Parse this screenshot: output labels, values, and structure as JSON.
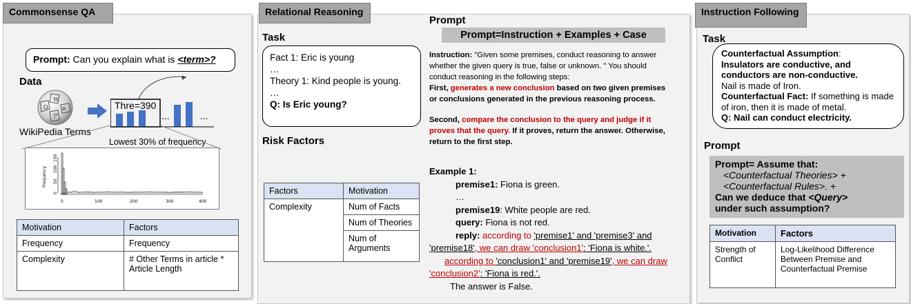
{
  "qa": {
    "tab": "Commonsense QA",
    "prompt_label": "Prompt:",
    "prompt_text": " Can you explain what is ",
    "prompt_term": "<term>?",
    "data_label": "Data",
    "wiki_label": "WikiPedia Terms",
    "thre": "Thre=390",
    "dots1": "...",
    "dots2": "...",
    "lowest": "Lowest 30% of frequency",
    "hist_ylabel": "Frequency",
    "hist_yticks": [
      "0",
      "50",
      "100",
      "150"
    ],
    "hist_xticks": [
      "0",
      "100",
      "200",
      "300",
      "400"
    ],
    "table": {
      "headers": [
        "Motivation",
        "Factors"
      ],
      "rows": [
        [
          "Frequency",
          "Frequency"
        ],
        [
          "Complexity",
          "# Other Terms in article * Article Length"
        ]
      ]
    }
  },
  "rr": {
    "tab": "Relational Reasoning",
    "task_label": "Task",
    "task_lines": [
      "Fact 1: Eric is young",
      "…",
      "Theory 1: Kind people is young.",
      "…",
      "Q: Is Eric young?"
    ],
    "risk_label": "Risk Factors",
    "table": {
      "headers": [
        "Factors",
        "Motivation"
      ],
      "group": "Complexity",
      "items": [
        "Num of Facts",
        "Num of Theories",
        "Num of Arguments"
      ]
    },
    "prompt_title": "Prompt",
    "prompt_formula": "Prompt=Instruction + Examples + Case",
    "instr_label": "Instruction:",
    "instr_text": " \"Given some premises, conduct reasoning to answer whether the given query is true, false or unknown. \" You should conduct reasoning in the following steps:",
    "first_label": "First,",
    "first_red": " generates a new conclusion",
    "first_rest": " based on two given premises or conclusions generated in the previous reasoning process.",
    "second_label": "Second,",
    "second_red": " compare the conclusion to the query and judge if it proves that the query.",
    "second_rest": " If it proves, return the answer. Otherwise, return to the first step.",
    "example_label": "Example 1:",
    "p1_label": "premise1:",
    "p1_text": " Fiona is green.",
    "ell": "…",
    "p19_label": "premise19",
    "p19_text": ": White people are red.",
    "query_label": "query:",
    "query_text": " Fiona is not red.",
    "reply_label": "reply:",
    "r1a": " according to ",
    "r1b": "'premise1' and 'premise3' and 'premise18'",
    "r1c": ", we can draw 'conclusion1'",
    "r1d": ": 'Fiona is white.'.",
    "r2a": "according to ",
    "r2b": "'conclusion1' and 'premise19'",
    "r2c": ", we can draw 'conclusion2'",
    "r2d": ": 'Fiona is red.'.",
    "answer": "The answer is False."
  },
  "if": {
    "tab": "Instruction Following",
    "task_label": "Task",
    "ca_label": "Counterfactual Assumption",
    "ca_colon": ":",
    "ca_bold": "Insulators are conductive, and conductors are non-conductive.",
    "nail": "Nail is made of Iron.",
    "cf_label": "Counterfactual Fact:",
    "cf_text": " If something is made of iron, then it is made of metal.",
    "q": "Q: Nail can conduct electricity.",
    "prompt_label": "Prompt",
    "p_line1": "Prompt= Assume that:",
    "p_line2": "<Counterfactual Theories> +",
    "p_line3": "<Counterfactual Rules>. +",
    "p_line4a": "Can we deduce that ",
    "p_line4b": "<Query>",
    "p_line5": "under such assumption?",
    "table": {
      "headers": [
        "Motivation",
        "Factors"
      ],
      "rows": [
        [
          "Strength of Conflict",
          "Log-Likelihood Difference Between Premise and Counterfactual Premise"
        ]
      ]
    }
  },
  "colors": {
    "bar": "#4472c4",
    "arrow": "#4472c4",
    "red": "#c00000",
    "header_fill": "#dae3f3",
    "tab_fill": "#a5a5a5"
  }
}
